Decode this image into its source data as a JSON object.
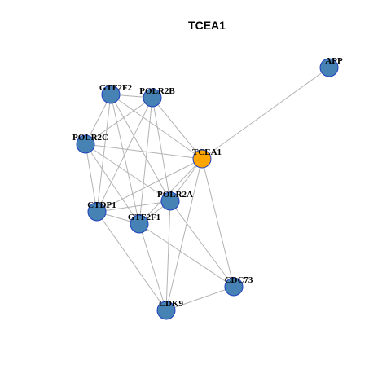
{
  "title": "TCEA1",
  "colors": {
    "default_node": "#4682b4",
    "highlight_node": "#ffa500",
    "node_border": "#1f3fbf",
    "edge": "#b3b3b3"
  },
  "nodes": [
    {
      "id": "APP",
      "label": "APP",
      "highlight": false
    },
    {
      "id": "GTF2F2",
      "label": "GTF2F2",
      "highlight": false
    },
    {
      "id": "POLR2B",
      "label": "POLR2B",
      "highlight": false
    },
    {
      "id": "POLR2C",
      "label": "POLR2C",
      "highlight": false
    },
    {
      "id": "TCEA1",
      "label": "TCEA1",
      "highlight": true
    },
    {
      "id": "POLR2A",
      "label": "POLR2A",
      "highlight": false
    },
    {
      "id": "CTDP1",
      "label": "CTDP1",
      "highlight": false
    },
    {
      "id": "GTF2F1",
      "label": "GTF2F1",
      "highlight": false
    },
    {
      "id": "CDC73",
      "label": "CDC73",
      "highlight": false
    },
    {
      "id": "CDK9",
      "label": "CDK9",
      "highlight": false
    }
  ],
  "edges": [
    [
      "TCEA1",
      "APP"
    ],
    [
      "GTF2F2",
      "POLR2B"
    ],
    [
      "GTF2F2",
      "POLR2C"
    ],
    [
      "GTF2F2",
      "TCEA1"
    ],
    [
      "GTF2F2",
      "POLR2A"
    ],
    [
      "GTF2F2",
      "CTDP1"
    ],
    [
      "GTF2F2",
      "GTF2F1"
    ],
    [
      "POLR2B",
      "POLR2C"
    ],
    [
      "POLR2B",
      "TCEA1"
    ],
    [
      "POLR2B",
      "POLR2A"
    ],
    [
      "POLR2B",
      "CTDP1"
    ],
    [
      "POLR2B",
      "GTF2F1"
    ],
    [
      "POLR2C",
      "TCEA1"
    ],
    [
      "POLR2C",
      "POLR2A"
    ],
    [
      "POLR2C",
      "CTDP1"
    ],
    [
      "POLR2C",
      "GTF2F1"
    ],
    [
      "TCEA1",
      "POLR2A"
    ],
    [
      "TCEA1",
      "CTDP1"
    ],
    [
      "TCEA1",
      "GTF2F1"
    ],
    [
      "TCEA1",
      "CDC73"
    ],
    [
      "TCEA1",
      "CDK9"
    ],
    [
      "POLR2A",
      "CTDP1"
    ],
    [
      "POLR2A",
      "GTF2F1"
    ],
    [
      "POLR2A",
      "CDC73"
    ],
    [
      "POLR2A",
      "CDK9"
    ],
    [
      "CTDP1",
      "GTF2F1"
    ],
    [
      "CTDP1",
      "CDK9"
    ],
    [
      "GTF2F1",
      "CDK9"
    ],
    [
      "GTF2F1",
      "CDC73"
    ],
    [
      "CDC73",
      "CDK9"
    ]
  ]
}
